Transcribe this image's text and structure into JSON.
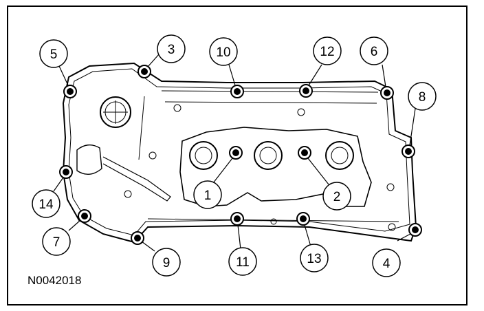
{
  "figure_id": "N0042018",
  "callouts": [
    {
      "label": "1"
    },
    {
      "label": "2"
    },
    {
      "label": "3"
    },
    {
      "label": "4"
    },
    {
      "label": "5"
    },
    {
      "label": "6"
    },
    {
      "label": "7"
    },
    {
      "label": "8"
    },
    {
      "label": "9"
    },
    {
      "label": "10"
    },
    {
      "label": "11"
    },
    {
      "label": "12"
    },
    {
      "label": "13"
    },
    {
      "label": "14"
    }
  ]
}
